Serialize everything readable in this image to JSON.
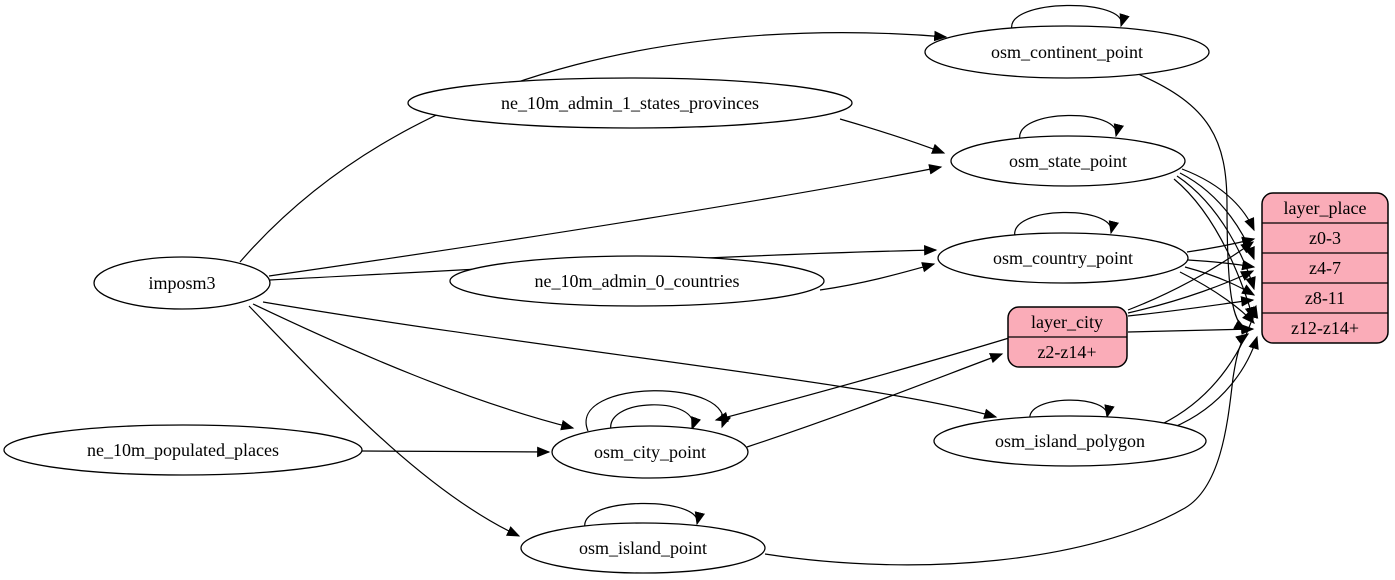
{
  "diagram": {
    "type": "etl-dependency-graph",
    "background": "#ffffff",
    "node_fill": "#ffffff",
    "record_fill": "#faacb8",
    "stroke_color": "#000000"
  },
  "nodes": {
    "imposm3": {
      "label": "imposm3"
    },
    "ne_10m_admin_1_states_provinces": {
      "label": "ne_10m_admin_1_states_provinces"
    },
    "ne_10m_admin_0_countries": {
      "label": "ne_10m_admin_0_countries"
    },
    "ne_10m_populated_places": {
      "label": "ne_10m_populated_places"
    },
    "osm_continent_point": {
      "label": "osm_continent_point"
    },
    "osm_state_point": {
      "label": "osm_state_point"
    },
    "osm_country_point": {
      "label": "osm_country_point"
    },
    "osm_city_point": {
      "label": "osm_city_point"
    },
    "osm_island_polygon": {
      "label": "osm_island_polygon"
    },
    "osm_island_point": {
      "label": "osm_island_point"
    }
  },
  "records": {
    "layer_city": {
      "title": "layer_city",
      "rows": [
        "z2-z14+"
      ]
    },
    "layer_place": {
      "title": "layer_place",
      "rows": [
        "z0-3",
        "z4-7",
        "z8-11",
        "z12-z14+"
      ]
    }
  },
  "edges": [
    {
      "from": "imposm3",
      "to": "osm_continent_point"
    },
    {
      "from": "imposm3",
      "to": "osm_state_point"
    },
    {
      "from": "imposm3",
      "to": "osm_country_point"
    },
    {
      "from": "imposm3",
      "to": "osm_city_point"
    },
    {
      "from": "imposm3",
      "to": "osm_island_polygon"
    },
    {
      "from": "imposm3",
      "to": "osm_island_point"
    },
    {
      "from": "ne_10m_admin_1_states_provinces",
      "to": "osm_state_point"
    },
    {
      "from": "ne_10m_admin_0_countries",
      "to": "osm_country_point"
    },
    {
      "from": "ne_10m_populated_places",
      "to": "osm_city_point"
    },
    {
      "from": "osm_continent_point",
      "to": "osm_continent_point"
    },
    {
      "from": "osm_state_point",
      "to": "osm_state_point"
    },
    {
      "from": "osm_country_point",
      "to": "osm_country_point"
    },
    {
      "from": "osm_city_point",
      "to": "osm_city_point"
    },
    {
      "from": "osm_city_point",
      "to": "osm_city_point"
    },
    {
      "from": "osm_island_polygon",
      "to": "osm_island_polygon"
    },
    {
      "from": "osm_island_point",
      "to": "osm_island_point"
    },
    {
      "from": "osm_city_point",
      "to": "layer_city:z2-z14+"
    },
    {
      "from": "layer_city",
      "to": "osm_city_point"
    },
    {
      "from": "osm_continent_point",
      "to": "layer_place:z12-z14+"
    },
    {
      "from": "osm_island_point",
      "to": "layer_place:z12-z14+"
    },
    {
      "from": "osm_island_polygon",
      "to": "layer_place:z8-11"
    },
    {
      "from": "osm_island_polygon",
      "to": "layer_place:z12-z14+"
    },
    {
      "from": "osm_country_point",
      "to": "layer_place:z0-3"
    },
    {
      "from": "osm_country_point",
      "to": "layer_place:z4-7"
    },
    {
      "from": "osm_country_point",
      "to": "layer_place:z8-11"
    },
    {
      "from": "osm_country_point",
      "to": "layer_place:z12-z14+"
    },
    {
      "from": "osm_state_point",
      "to": "layer_place:z0-3"
    },
    {
      "from": "osm_state_point",
      "to": "layer_place:z4-7"
    },
    {
      "from": "osm_state_point",
      "to": "layer_place:z8-11"
    },
    {
      "from": "osm_state_point",
      "to": "layer_place:z12-z14+"
    },
    {
      "from": "layer_city",
      "to": "layer_place:z0-3"
    },
    {
      "from": "layer_city",
      "to": "layer_place:z4-7"
    },
    {
      "from": "layer_city",
      "to": "layer_place:z8-11"
    },
    {
      "from": "layer_city",
      "to": "layer_place:z12-z14+"
    }
  ]
}
